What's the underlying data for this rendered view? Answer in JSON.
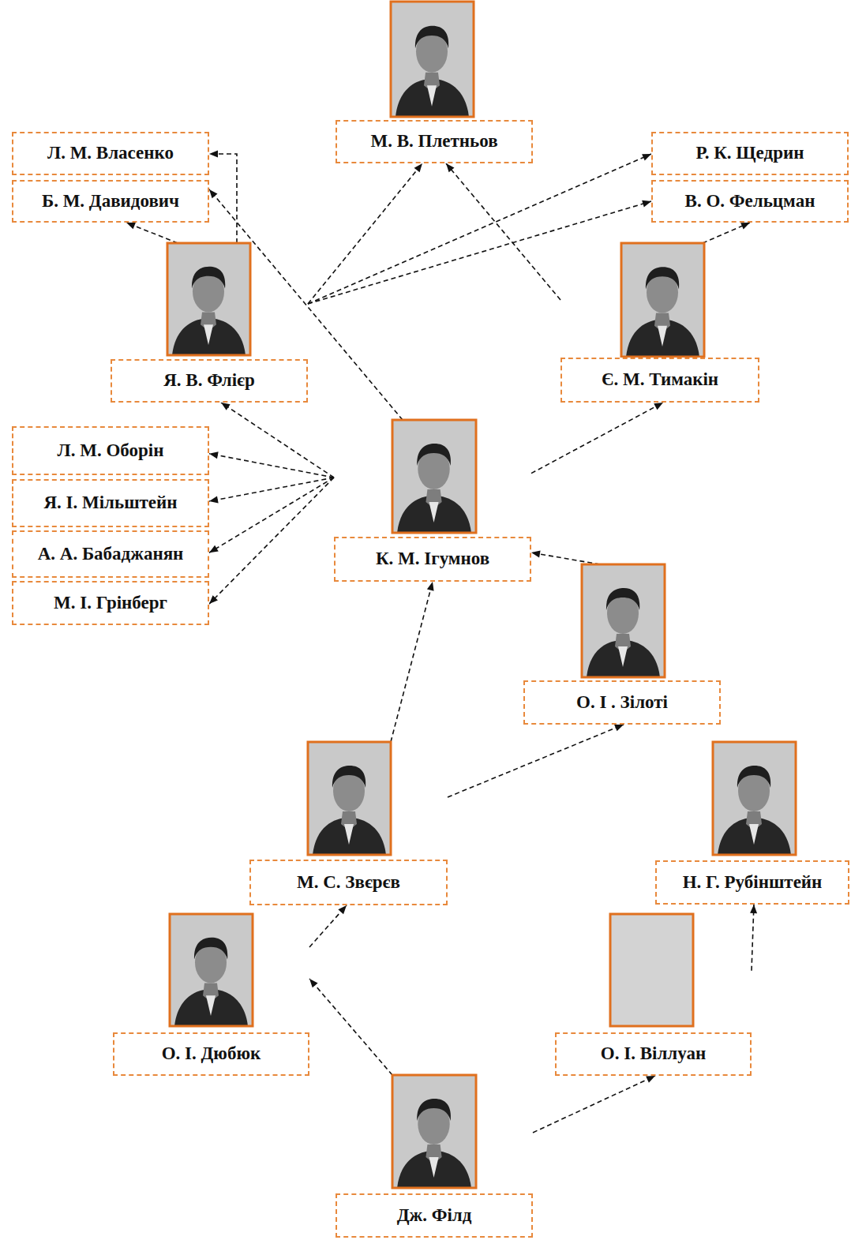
{
  "diagram": {
    "nodes": [
      {
        "text": [
          "М. В. Плетньов"
        ]
      },
      {
        "text": [
          "Л. М. Власенко"
        ]
      },
      {
        "text": [
          "Р. К. Щедрин"
        ]
      },
      {
        "text": [
          "Б. М. Давидович"
        ]
      },
      {
        "text": [
          "В. О. Фельцман"
        ]
      },
      {
        "text": [
          "Я. В. Флієр"
        ]
      },
      {
        "text": [
          "Є. М. Тимакін"
        ]
      },
      {
        "text": [
          "Л. М. Оборін"
        ]
      },
      {
        "text": [
          "К. М. Ігумнов"
        ]
      },
      {
        "text": [
          "Я. І. Мільштейн"
        ]
      },
      {
        "text": [
          "А. А. Бабаджанян"
        ]
      },
      {
        "text": [
          "М. І. Грінберг"
        ]
      },
      {
        "text": [
          "О. І . Зілоті"
        ]
      },
      {
        "text": [
          "М. С. Звєрєв"
        ]
      },
      {
        "text": [
          "Н. Г. Рубінштейн"
        ]
      },
      {
        "text": [
          "О. І. Дюбюк"
        ]
      },
      {
        "text": [
          "О. І. Віллуан"
        ]
      },
      {
        "text": [
          "Дж. Філд"
        ]
      }
    ],
    "edges": [
      {
        "from": 17,
        "to": 15,
        "arrow": "to"
      },
      {
        "from": 17,
        "to": 16,
        "arrow": "to"
      },
      {
        "from": 15,
        "to": 13,
        "arrow": "to"
      },
      {
        "from": 16,
        "to": 14,
        "arrow": "to"
      },
      {
        "from": 13,
        "to": 8,
        "arrow": "to"
      },
      {
        "from": 13,
        "to": 12,
        "arrow": "to"
      },
      {
        "from": 12,
        "to": 8,
        "arrow": "to"
      },
      {
        "from": 8,
        "to": 5,
        "arrow": "to"
      },
      {
        "from": 8,
        "to": 6,
        "arrow": "to"
      },
      {
        "from": 8,
        "to": 7,
        "arrow": "to"
      },
      {
        "from": 8,
        "to": 9,
        "arrow": "to"
      },
      {
        "from": 8,
        "to": 10,
        "arrow": "to"
      },
      {
        "from": 8,
        "to": 11,
        "arrow": "to"
      },
      {
        "from": 8,
        "to": 3,
        "arrow": "to"
      },
      {
        "from": 5,
        "to": 1,
        "arrow": "to"
      },
      {
        "from": 5,
        "to": 3,
        "arrow": "to"
      },
      {
        "from": 5,
        "to": 2,
        "arrow": "to"
      },
      {
        "from": 5,
        "to": 4,
        "arrow": "to"
      },
      {
        "from": 5,
        "to": 0,
        "arrow": "to"
      },
      {
        "from": 6,
        "to": 0,
        "arrow": "to"
      },
      {
        "from": 6,
        "to": 4,
        "arrow": "to"
      }
    ]
  }
}
